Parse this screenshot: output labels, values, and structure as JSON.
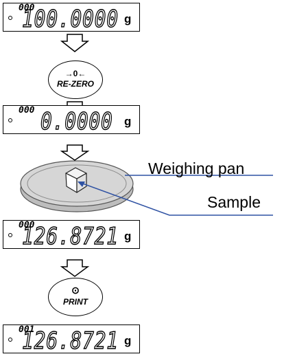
{
  "displays": [
    {
      "counter": "000",
      "reading": "100.0000",
      "unit": "g"
    },
    {
      "counter": "000",
      "reading": "0.0000",
      "unit": "g"
    },
    {
      "counter": "000",
      "reading": "126.8721",
      "unit": "g"
    },
    {
      "counter": "001",
      "reading": "126.8721",
      "unit": "g"
    }
  ],
  "keys": {
    "rezero": {
      "symbol": "→0←",
      "label": "RE-ZERO",
      "icon": "re-zero-arrows-icon"
    },
    "print": {
      "symbol": "⊙",
      "label": "PRINT",
      "icon": "print-circle-icon"
    }
  },
  "callouts": {
    "weighing_pan": "Weighing pan",
    "sample": "Sample"
  },
  "colors": {
    "leader_line": "#2f52a3",
    "pan_fill": "#d6d6d6",
    "pan_edge": "#8a8a8a"
  }
}
